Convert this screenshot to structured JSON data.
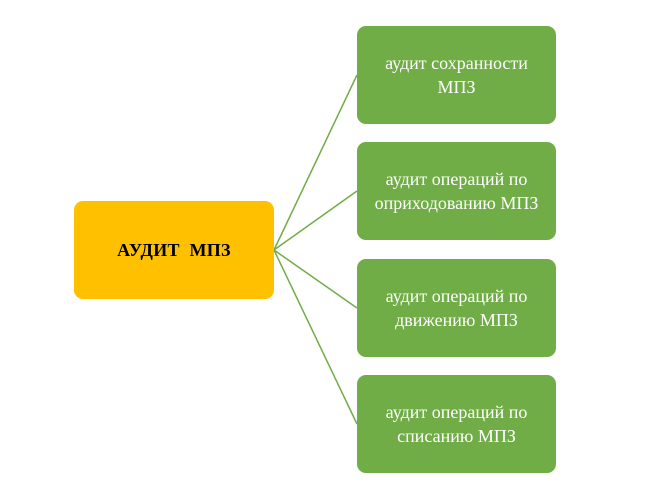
{
  "colors": {
    "root_fill": "#ffc000",
    "child_fill": "#70ad47",
    "connector": "#70ad47",
    "root_text": "#000000",
    "child_text": "#ffffff"
  },
  "root": {
    "label": "АУДИТ  МПЗ"
  },
  "children": [
    {
      "label": "аудит сохранности МПЗ"
    },
    {
      "label": "аудит операций по оприходованию МПЗ"
    },
    {
      "label": "аудит операций по движению МПЗ"
    },
    {
      "label": "аудит операций по списанию МПЗ"
    }
  ]
}
